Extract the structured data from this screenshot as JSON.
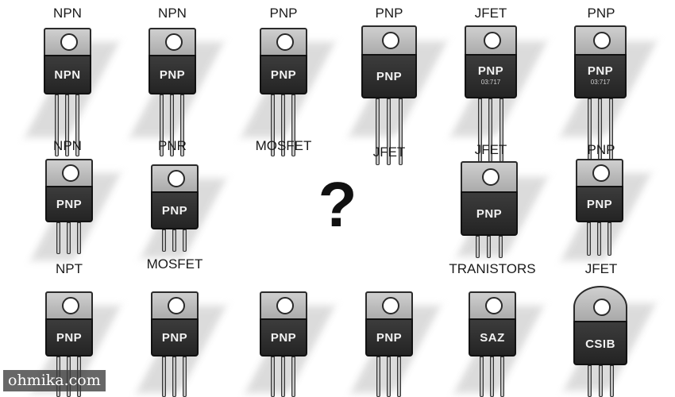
{
  "question_mark": "?",
  "watermark": "ohmika.com",
  "components": [
    {
      "label": "NPN",
      "body_text": "NPN",
      "sub_text": ""
    },
    {
      "label": "NPN",
      "body_text": "PNP",
      "sub_text": ""
    },
    {
      "label": "PNP",
      "body_text": "PNP",
      "sub_text": ""
    },
    {
      "label": "PNP",
      "body_text": "PNP",
      "sub_text": ""
    },
    {
      "label": "JFET",
      "body_text": "PNP",
      "sub_text": "03:717"
    },
    {
      "label": "PNP",
      "body_text": "PNP",
      "sub_text": "03:717"
    },
    {
      "label": "NPN",
      "body_text": "PNP",
      "sub_text": ""
    },
    {
      "label": "PNR",
      "body_text": "PNP",
      "sub_text": ""
    },
    {
      "label": "JFET",
      "body_text": "PNP",
      "sub_text": ""
    },
    {
      "label": "PNP",
      "body_text": "PNP",
      "sub_text": ""
    },
    {
      "label": "",
      "body_text": "PNP",
      "sub_text": ""
    },
    {
      "label": "",
      "body_text": "PNP",
      "sub_text": ""
    },
    {
      "label": "",
      "body_text": "PNP",
      "sub_text": ""
    },
    {
      "label": "",
      "body_text": "PNP",
      "sub_text": ""
    },
    {
      "label": "",
      "body_text": "SAZ",
      "sub_text": ""
    },
    {
      "label": "",
      "body_text": "CSIB",
      "sub_text": ""
    }
  ],
  "under_labels": [
    "MOSFET",
    "JFET",
    "NPT",
    "MOSFET",
    "TRANISTORS",
    "JFET"
  ]
}
